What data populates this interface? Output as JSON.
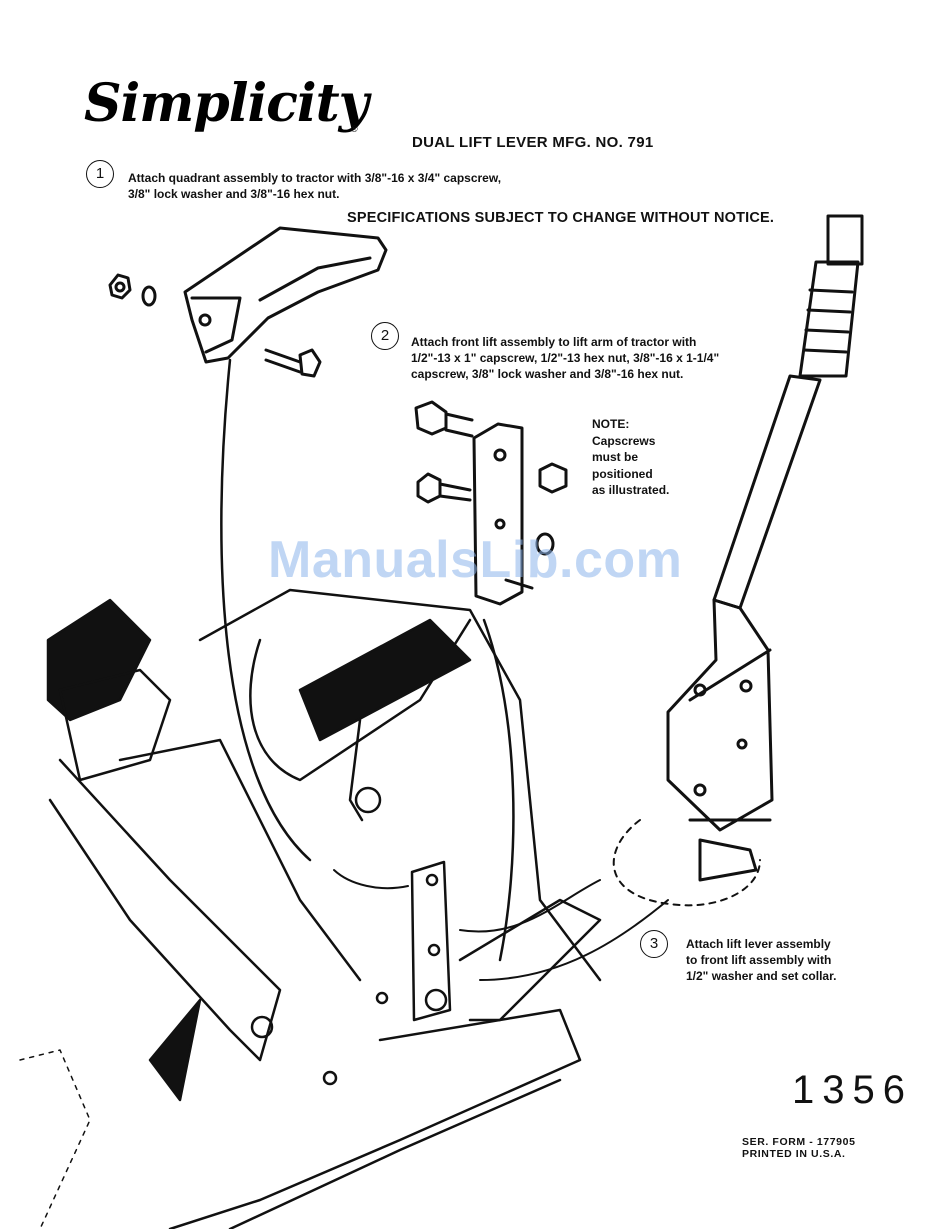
{
  "header": {
    "brand": "Simplicity",
    "registered_mark": "®",
    "title": "DUAL LIFT LEVER MFG. NO. 791"
  },
  "spec_notice": "SPECIFICATIONS SUBJECT TO CHANGE WITHOUT NOTICE.",
  "steps": [
    {
      "number": "1",
      "lines": [
        "Attach quadrant assembly to tractor with 3/8\"-16 x 3/4\" capscrew,",
        "3/8\" lock washer and 3/8\"-16 hex nut."
      ]
    },
    {
      "number": "2",
      "lines": [
        "Attach front lift assembly to lift arm of tractor with",
        "1/2\"-13 x 1\" capscrew, 1/2\"-13 hex nut, 3/8\"-16 x 1-1/4\"",
        "capscrew, 3/8\" lock washer and 3/8\"-16 hex nut."
      ]
    },
    {
      "number": "3",
      "lines": [
        "Attach lift lever assembly",
        "to front lift assembly with",
        "1/2\" washer and set collar."
      ]
    }
  ],
  "note": {
    "heading": "NOTE:",
    "lines": [
      "Capscrews",
      "must be",
      "positioned",
      "as illustrated."
    ]
  },
  "watermark": "ManualsLib.com",
  "page_code": "1356",
  "footer": {
    "form": "SER. FORM - 177905",
    "printed": "PRINTED IN U.S.A."
  }
}
